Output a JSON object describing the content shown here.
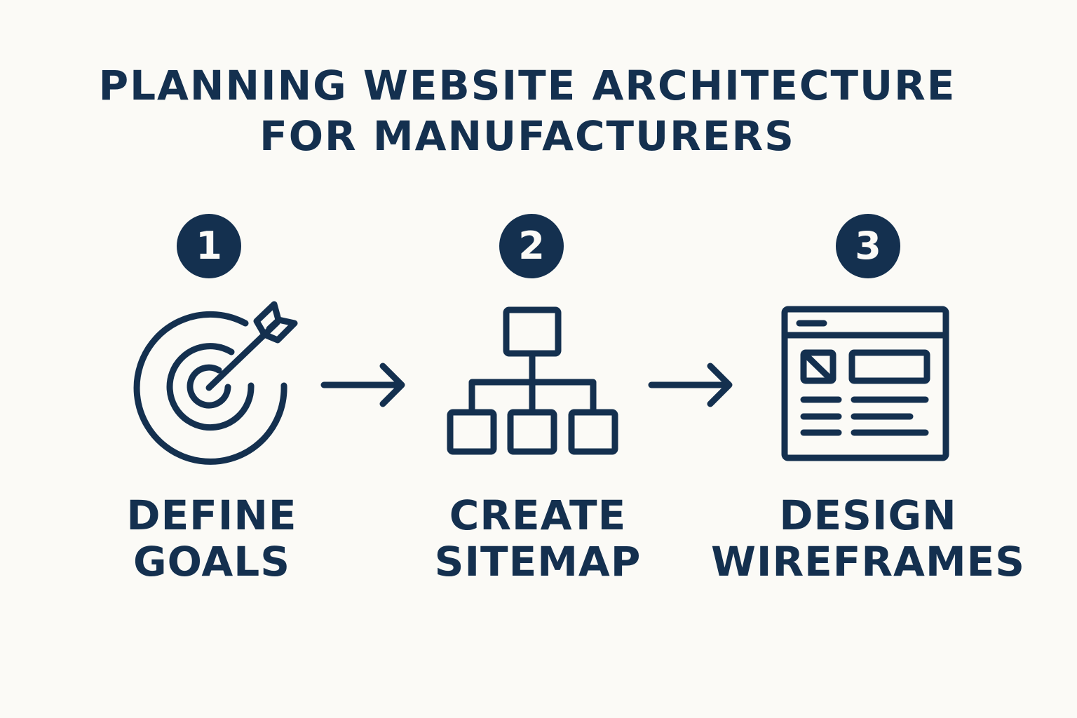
{
  "title": {
    "line1": "PLANNING WEBSITE ARCHITECTURE",
    "line2": "FOR MANUFACTURERS"
  },
  "steps": [
    {
      "number": "1",
      "label_line1": "DEFINE",
      "label_line2": "GOALS",
      "icon": "target-icon"
    },
    {
      "number": "2",
      "label_line1": "CREATE",
      "label_line2": "SITEMAP",
      "icon": "sitemap-icon"
    },
    {
      "number": "3",
      "label_line1": "DESIGN",
      "label_line2": "WIREFRAMES",
      "icon": "wireframe-icon"
    }
  ],
  "colors": {
    "background": "#FBFAF6",
    "primary": "#14304F"
  }
}
